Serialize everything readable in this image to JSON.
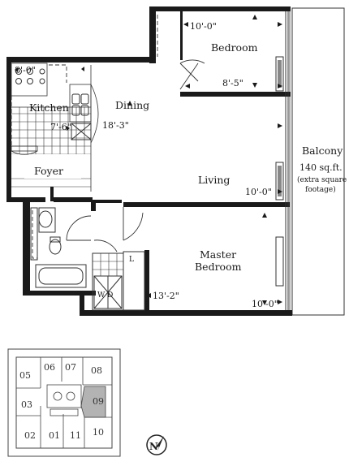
{
  "rooms": {
    "bedroom": "Bedroom",
    "kitchen": "Kitchen",
    "dining": "Dining",
    "foyer": "Foyer",
    "living": "Living",
    "master_line1": "Master",
    "master_line2": "Bedroom",
    "balcony": "Balcony",
    "balcony_area": "140 sq.ft.",
    "balcony_note1": "(extra square",
    "balcony_note2": "footage)",
    "linen": "L",
    "laundry": "W  D"
  },
  "dimensions": {
    "bedroom_width": "10'-0\"",
    "bedroom_depth": "8'-5\"",
    "kitchen_width": "8'-0\"",
    "kitchen_depth": "7'-6\"",
    "dining_living_length": "18'-3\"",
    "living_width": "10'-0\"",
    "master_depth": "13'-2\"",
    "master_width": "10'-0\""
  },
  "keyplan": {
    "units": [
      "05",
      "06",
      "07",
      "08",
      "03",
      "09",
      "02",
      "01",
      "11",
      "10"
    ],
    "highlighted_unit": "09"
  },
  "colors": {
    "wall": "#1a1a1a",
    "highlight": "#b3b3b3",
    "line": "#333333"
  },
  "icons": [
    "north-arrow-icon"
  ]
}
